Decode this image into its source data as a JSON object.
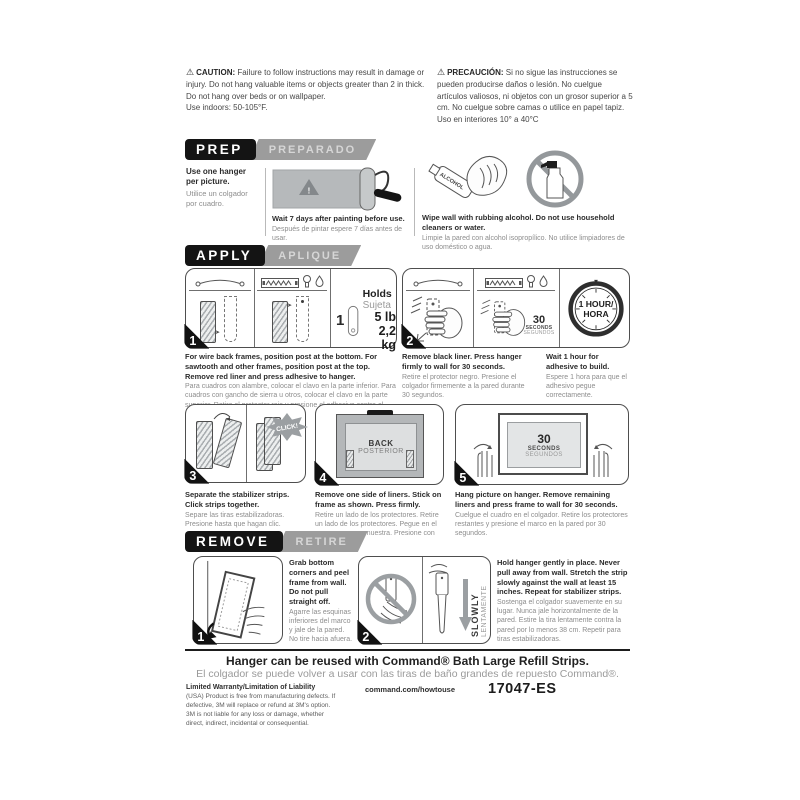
{
  "caution": {
    "warning_glyph": "⚠",
    "en_label": "CAUTION:",
    "en_body": "Failure to follow instructions may result in damage or injury. Do not hang valuable items or objects greater than 2 in thick. Do not hang over beds or on wallpaper.",
    "en_last": "Use indoors: 50-105°F.",
    "es_label": "PRECAUCIÓN:",
    "es_body": "Si no sigue las instrucciones se pueden producirse daños o lesión. No cuelgue artículos valiosos, ni objetos con un grosor superior a 5 cm. No cuelgue sobre camas o utilice en papel tapiz.",
    "es_last": "Uso en interiores 10° a 40°C"
  },
  "headers": {
    "prep_en": "PREP",
    "prep_es": "PREPARADO",
    "apply_en": "APPLY",
    "apply_es": "APLIQUE",
    "remove_en": "REMOVE",
    "remove_es": "RETIRE"
  },
  "prep": {
    "one_hanger_en": "Use one hanger per picture.",
    "one_hanger_es": "Utilice un colgador por cuadro.",
    "warning_mark": "!",
    "paint_en": "Wait 7 days after painting before use.",
    "paint_es": "Después de pintar espere 7 días antes de usar.",
    "alcohol_label": "ALCOHOL",
    "wipe_en": "Wipe wall with rubbing alcohol. Do not use household cleaners or water.",
    "wipe_es": "Limpie la pared con alcohol isopropílico. No utilice limpiadores de uso doméstico o agua."
  },
  "apply": {
    "step1": {
      "num": "1",
      "holds_count": "1",
      "holds_en": "Holds",
      "holds_es": "Sujeta",
      "weight_lb": "5 lb",
      "weight_kg": "2,2 kg",
      "en": "For wire back frames, position post at the bottom. For sawtooth and other frames, position post at the top. Remove red liner and press adhesive to hanger.",
      "es": "Para cuadros con alambre, colocar el clavo en la parte inferior. Para cuadros con gancho de sierra u otros, colocar el clavo en la parte superior. Retire el protector rojo y presione el adhesivo contra el colgador."
    },
    "step2": {
      "num": "2",
      "sec_num": "30",
      "sec_en": "SECONDS",
      "sec_es": "SEGUNDOS",
      "en": "Remove black liner. Press hanger firmly to wall for 30 seconds.",
      "es": "Retire el protector negro. Presione el colgador firmemente a la pared durante 30 segundos."
    },
    "wait": {
      "clock_line1": "1 HOUR/",
      "clock_line2": "HORA",
      "en": "Wait 1 hour for adhesive to build.",
      "es": "Espere 1 hora para que el adhesivo pegue correctamente."
    },
    "step3": {
      "num": "3",
      "click": "CLICK!",
      "en": "Separate the stabilizer strips. Click strips together.",
      "es": "Separe las tiras estabilizadoras. Presione hasta que hagan clic."
    },
    "step4": {
      "num": "4",
      "back_en": "BACK",
      "back_es": "POSTERIOR",
      "en": "Remove one side of liners. Stick on frame as shown. Press firmly.",
      "es": "Retire un lado de los protectores. Retire un lado de los protectores. Pegue en el marco como se muestra. Presione con firmeza."
    },
    "step5": {
      "num": "5",
      "sec_num": "30",
      "sec_en": "SECONDS",
      "sec_es": "SEGUNDOS",
      "en": "Hang picture on hanger. Remove remaining liners and press frame to wall for 30 seconds.",
      "es": "Cuelgue el cuadro en el colgador. Retire los protectores restantes y presione el marco en la pared por 30 segundos."
    }
  },
  "remove": {
    "step1": {
      "num": "1",
      "en": "Grab bottom corners and peel frame from wall. Do not pull straight off.",
      "es": "Agarre las esquinas inferiores del marco y jale de la pared. No tire hacia afuera."
    },
    "step2": {
      "num": "2",
      "slowly_en": "SLOWLY",
      "slowly_es": "LENTAMENTE",
      "en": "Hold hanger gently in place. Never pull away from wall. Stretch the strip slowly against the wall at least 15 inches. Repeat for stabilizer strips.",
      "es": "Sostenga el colgador suavemente en su lugar. Nunca jale horizontalmente de la pared. Estire la tira lentamente contra la pared por lo menos 38 cm. Repetir para tiras estabilizadoras."
    }
  },
  "footer": {
    "reuse_en": "Hanger can be reused with Command® Bath Large Refill Strips.",
    "reuse_es": "El colgador se puede volver a usar con las tiras de baño grandes de repuesto Command®.",
    "warranty_title": "Limited Warranty/Limitation of Liability",
    "warranty_body": "(USA) Product is free from manufacturing defects. If defective, 3M will replace or refund at 3M's option. 3M is not liable for any loss or damage, whether direct, indirect, incidental or consequential.",
    "url": "command.com/howtouse",
    "code": "17047-ES"
  },
  "colors": {
    "header_black": "#141414",
    "header_gray": "#9c9c9c",
    "text_dark": "#2c2c2c",
    "text_gray": "#8d8d8d",
    "illustration_gray": "#b4b7b9"
  }
}
